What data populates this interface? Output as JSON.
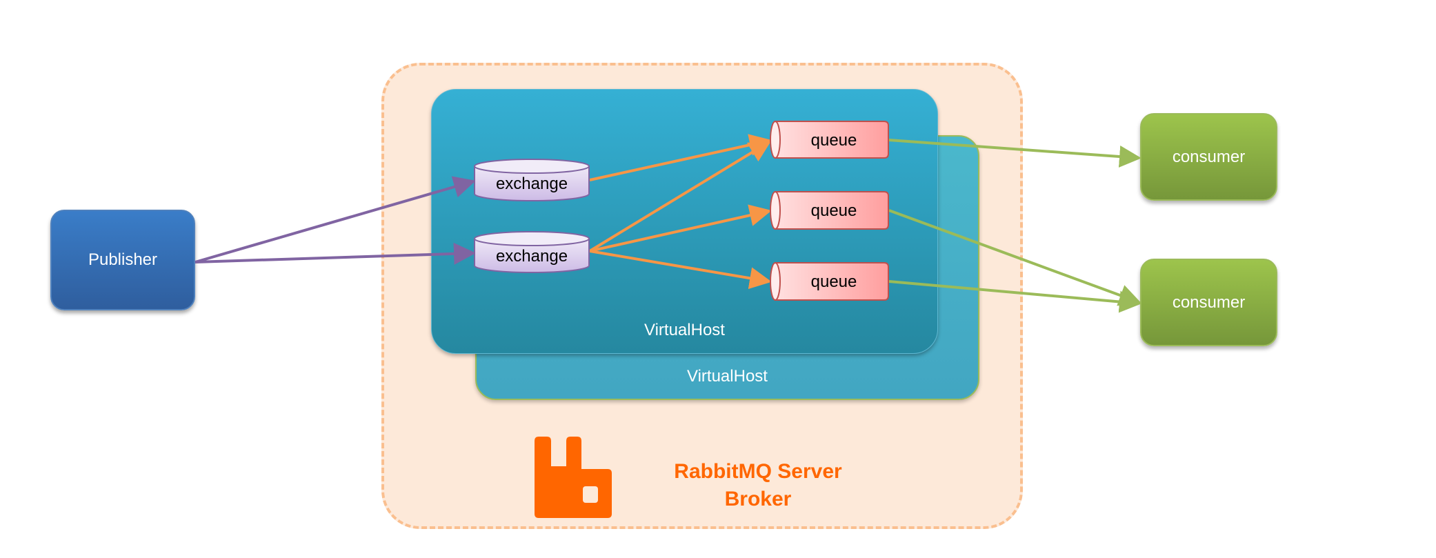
{
  "diagram": {
    "publisher": {
      "label": "Publisher"
    },
    "broker": {
      "title_line1": "RabbitMQ Server",
      "title_line2": "Broker",
      "logo_icon": "rabbitmq-logo-icon",
      "virtual_hosts": [
        {
          "label": "VirtualHost"
        },
        {
          "label": "VirtualHost"
        }
      ],
      "exchanges": [
        {
          "label": "exchange"
        },
        {
          "label": "exchange"
        }
      ],
      "queues": [
        {
          "label": "queue"
        },
        {
          "label": "queue"
        },
        {
          "label": "queue"
        }
      ]
    },
    "consumers": [
      {
        "label": "consumer"
      },
      {
        "label": "consumer"
      }
    ],
    "edges": [
      {
        "from": "publisher",
        "to": "exchange-1",
        "color": "#8064a2"
      },
      {
        "from": "publisher",
        "to": "exchange-2",
        "color": "#8064a2"
      },
      {
        "from": "exchange-1",
        "to": "queue-1",
        "color": "#f79646"
      },
      {
        "from": "exchange-2",
        "to": "queue-1",
        "color": "#f79646"
      },
      {
        "from": "exchange-2",
        "to": "queue-2",
        "color": "#f79646"
      },
      {
        "from": "exchange-2",
        "to": "queue-3",
        "color": "#f79646"
      },
      {
        "from": "queue-1",
        "to": "consumer-1",
        "color": "#9bbb59"
      },
      {
        "from": "queue-2",
        "to": "consumer-2",
        "color": "#9bbb59"
      },
      {
        "from": "queue-3",
        "to": "consumer-2",
        "color": "#9bbb59"
      }
    ],
    "colors": {
      "publisher": "#3a76c0",
      "consumer": "#8db444",
      "broker_fill": "#fde9d9",
      "broker_border": "#fabf8f",
      "virtualhost": "#31a5c6",
      "exchange": "#e0d4f0",
      "queue": "#ffc0c0",
      "rabbitmq_orange": "#ff6600"
    }
  }
}
